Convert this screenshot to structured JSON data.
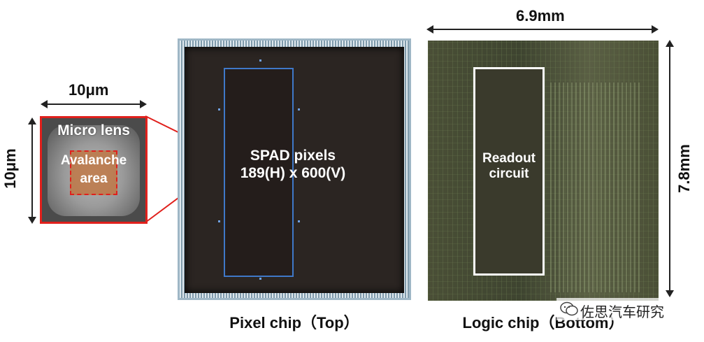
{
  "pixel_detail": {
    "width_label": "10μm",
    "height_label": "10μm",
    "micro_lens_label": "Micro lens",
    "avalanche_label_line1": "Avalanche",
    "avalanche_label_line2": "area",
    "frame_color": "#e0201c"
  },
  "pixel_chip": {
    "caption": "Pixel chip（Top）",
    "spad_line1": "SPAD pixels",
    "spad_line2": "189(H) x 600(V)",
    "array_outline_color": "#3f78c8"
  },
  "logic_chip": {
    "caption": "Logic chip（Bottom）",
    "width_label": "6.9mm",
    "height_label": "7.8mm",
    "readout_line1": "Readout",
    "readout_line2": "circuit"
  },
  "watermark": {
    "text": "佐思汽车研究",
    "icon": "wechat-icon"
  }
}
